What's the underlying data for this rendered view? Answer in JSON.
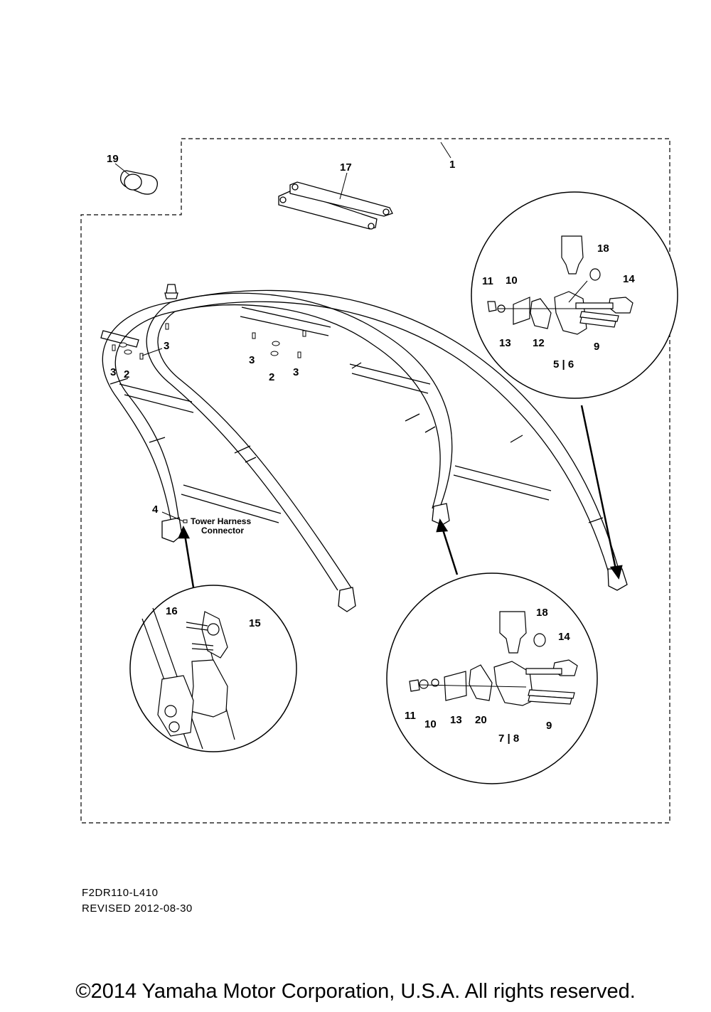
{
  "callouts": {
    "c1": "1",
    "c2a": "2",
    "c2b": "2",
    "c3a": "3",
    "c3b": "3",
    "c3c": "3",
    "c3d": "3",
    "c4": "4",
    "c17": "17",
    "c19": "19",
    "top": {
      "c18": "18",
      "c11": "11",
      "c10": "10",
      "c14": "14",
      "c13": "13",
      "c12": "12",
      "c9": "9",
      "c56": "5 | 6"
    },
    "bottom": {
      "c18": "18",
      "c14": "14",
      "c11": "11",
      "c10": "10",
      "c13": "13",
      "c20": "20",
      "c9": "9",
      "c78": "7 | 8"
    },
    "left": {
      "c16": "16",
      "c15": "15"
    }
  },
  "connector_label": {
    "line1": "Tower Harness",
    "line2": "Connector"
  },
  "footer": {
    "code": "F2DR110-L410",
    "revised": "REVISED 2012-08-30"
  },
  "copyright": "©2014 Yamaha Motor Corporation, U.S.A. All rights reserved."
}
